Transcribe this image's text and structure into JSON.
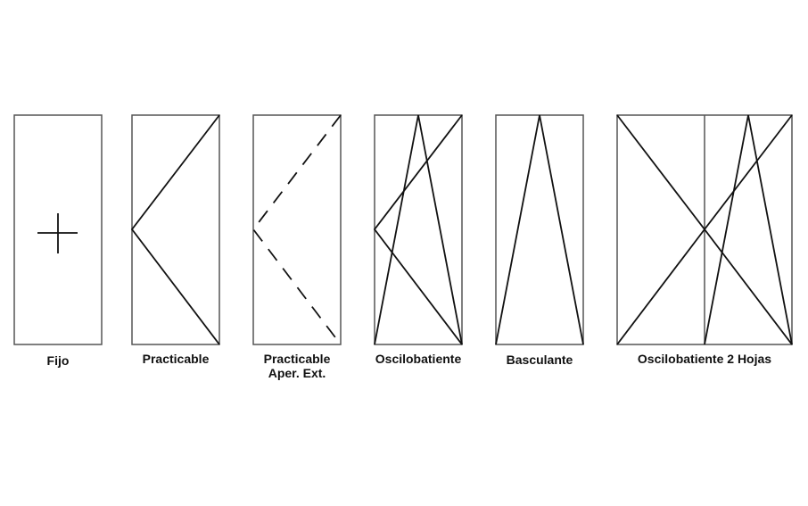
{
  "colors": {
    "frame_stroke": "#555555",
    "line_stroke": "#111111",
    "background": "#ffffff"
  },
  "windows": [
    {
      "id": "fijo",
      "label_lines": [
        "Fijo"
      ]
    },
    {
      "id": "practicable",
      "label_lines": [
        "Practicable"
      ]
    },
    {
      "id": "practicable-aper-ext",
      "label_lines": [
        "Practicable",
        "Aper. Ext."
      ]
    },
    {
      "id": "oscilobatiente",
      "label_lines": [
        "Oscilobatiente"
      ]
    },
    {
      "id": "basculante",
      "label_lines": [
        "Basculante"
      ]
    },
    {
      "id": "oscilobatiente-2-hojas",
      "label_lines": [
        "Oscilobatiente 2 Hojas"
      ]
    }
  ]
}
